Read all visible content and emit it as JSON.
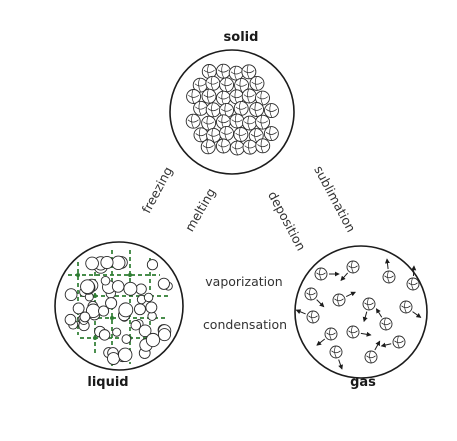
{
  "states": {
    "solid": {
      "label": "solid"
    },
    "liquid": {
      "label": "liquid"
    },
    "gas": {
      "label": "gas"
    }
  },
  "transitions": {
    "freezing": "freezing",
    "melting": "melting",
    "deposition": "deposition",
    "sublimation": "sublimation",
    "vaporization": "vaporization",
    "condensation": "condensation"
  },
  "colors": {
    "outline": "#1c1c1c",
    "hydrogen_bonds": "#2e7d32"
  }
}
